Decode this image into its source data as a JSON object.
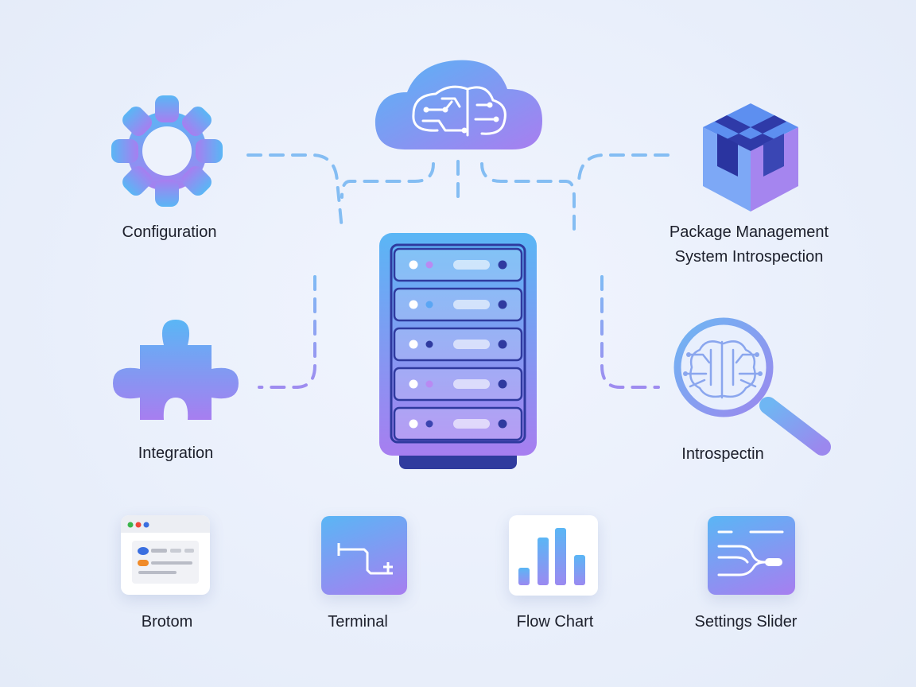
{
  "nodes": {
    "configuration": {
      "label": "Configuration"
    },
    "package": {
      "line1": "Package Management",
      "line2": "System Introspection"
    },
    "integration": {
      "label": "Integration"
    },
    "introspection": {
      "label": "Introspectin"
    },
    "cloud": {
      "icon": "cloud-brain-icon"
    },
    "server": {
      "icon": "server-rack-icon"
    }
  },
  "apps": [
    {
      "label": "Brotom",
      "icon": "browser-window-icon"
    },
    {
      "label": "Terminal",
      "icon": "terminal-icon"
    },
    {
      "label": "Flow Chart",
      "icon": "bar-chart-icon"
    },
    {
      "label": "Settings Slider",
      "icon": "settings-slider-icon"
    }
  ],
  "colors": {
    "blue": "#5fb3f4",
    "violet": "#a57ff0",
    "navy": "#2f3a9f",
    "dash": "#7fb8f2"
  }
}
